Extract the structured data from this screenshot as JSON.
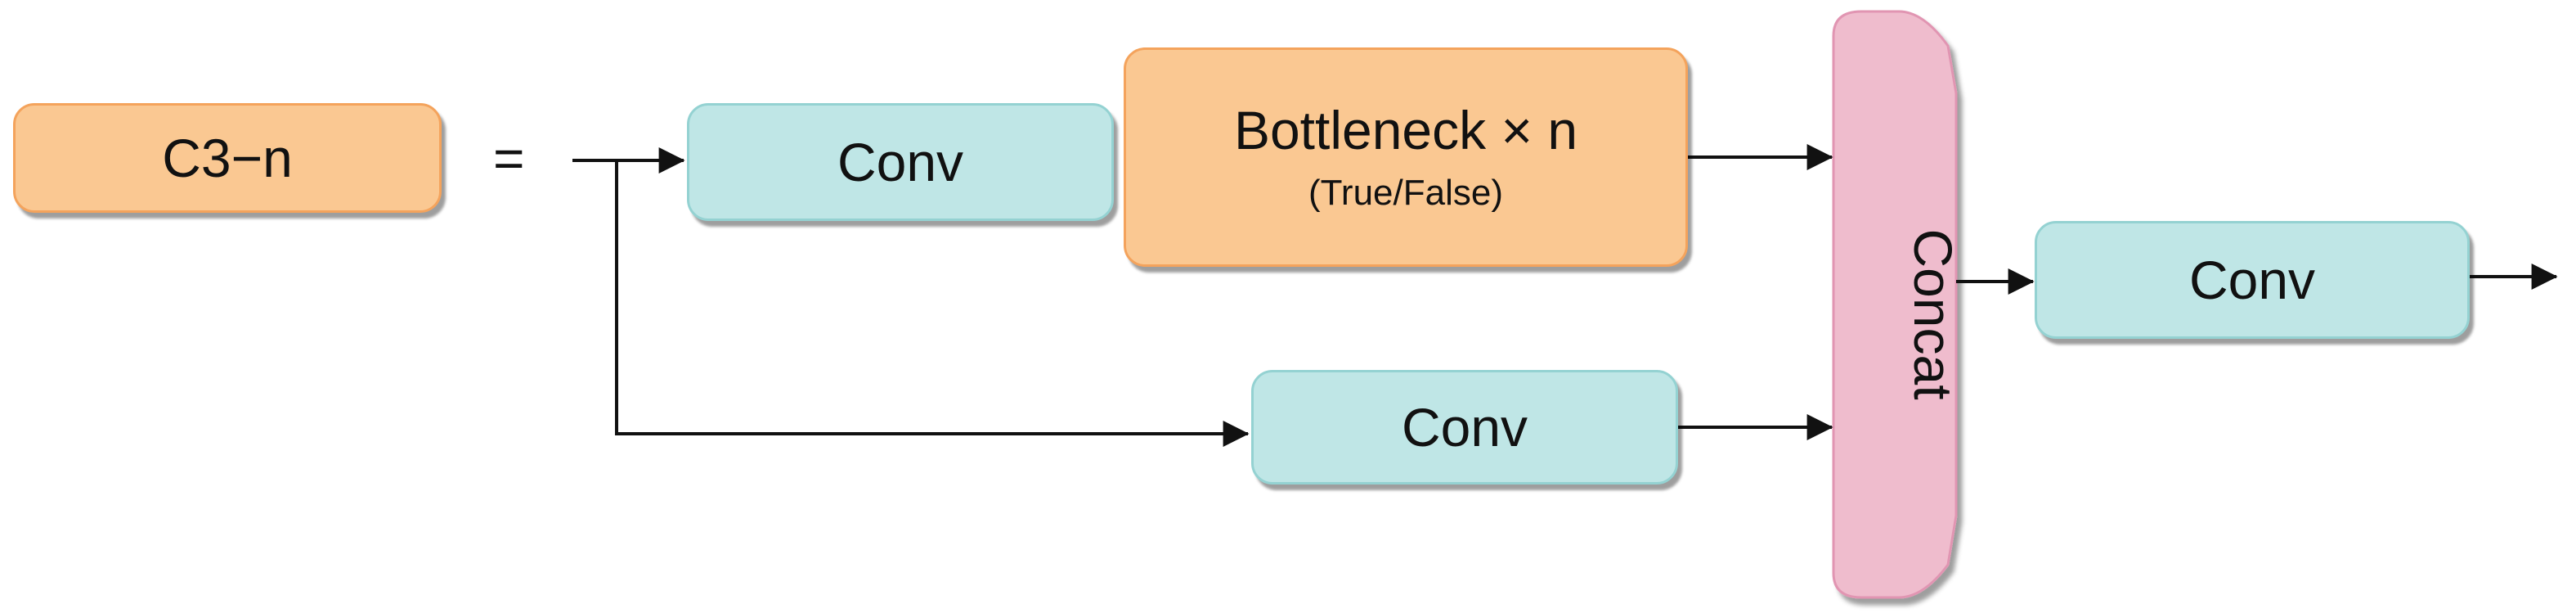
{
  "diagram": {
    "module_label": "C3−n",
    "equals": "=",
    "conv_top_label": "Conv",
    "bottleneck": {
      "label": "Bottleneck × n",
      "sublabel": "(True/False)"
    },
    "conv_bottom_label": "Conv",
    "concat_label": "Concat",
    "conv_output_label": "Conv"
  },
  "colors": {
    "module_fill": "#fac892",
    "conv_fill": "#bfe6e6",
    "concat_fill": "#efbccd",
    "line": "#111111"
  }
}
